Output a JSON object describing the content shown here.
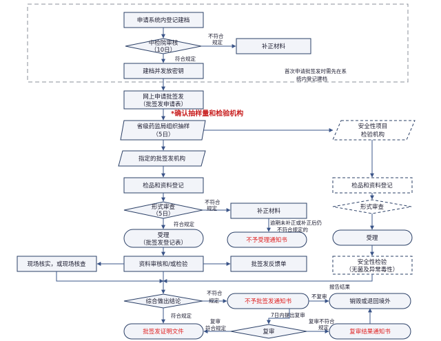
{
  "nodes": {
    "reg_system": "申请系统内登记建档",
    "center_review": [
      "中检院审核",
      "（10日）"
    ],
    "supp_1": "补正材料",
    "archive_key": "建档并发放密钥",
    "note_first": [
      "首次申请批签发时需先在系",
      "统内登记建档"
    ],
    "online_apply": [
      "网上申请批签发",
      "（批签发申请表）"
    ],
    "highlight": "*确认抽样量和检验机构",
    "province_sample": [
      "省级药监局组织抽样",
      "（5日）"
    ],
    "safety_agency": [
      "安全性项目",
      "检验机构"
    ],
    "designated": "指定的批签发机构",
    "receive_left": "检品和资料登记",
    "receive_right": "检品和资料登记",
    "formal_left": [
      "形式审查",
      "（5日）"
    ],
    "formal_right": "形式审查",
    "supp_2": "补正材料",
    "note_overdue": [
      "逾期未补正或补正后仍",
      "不符合规定的"
    ],
    "accept_left": [
      "受理",
      "（批签发登记表）"
    ],
    "not_accept": "不予受理通知书",
    "accept_right": "受理",
    "onsite": "现场核实，或现场核查",
    "review_test": "资料审核和/或检验",
    "feedback": "批签发反馈单",
    "safety_test": [
      "安全性检验",
      "（无菌及异常毒性）"
    ],
    "report_result": "报告结果",
    "conclusion": "综合做出结论",
    "not_issue": "不予批签发通知书",
    "destroy": "销毁或退回境外",
    "certificate": "批签发证明文件",
    "recheck": "复审",
    "recheck_result": "复审结果通知书"
  },
  "edges": {
    "nonconform": [
      "不符合",
      "规定"
    ],
    "conform": "符合规定",
    "nonconform_2": [
      "不符合",
      "规定"
    ],
    "conform_2": "符合规定",
    "nonconform_3": [
      "不符合",
      "规定"
    ],
    "conform_3": "符合规定",
    "no_recheck": "不复审",
    "apply_recheck": "7日内提出复审",
    "recheck_nonconform": [
      "复审不符合",
      "规定"
    ],
    "recheck_conform": [
      "复审",
      "符合规定"
    ]
  },
  "colors": {
    "box_fill": "#f2f4f9",
    "box_stroke": "#2a3f66",
    "line": "#3a5488",
    "red_text": "#e02020"
  }
}
